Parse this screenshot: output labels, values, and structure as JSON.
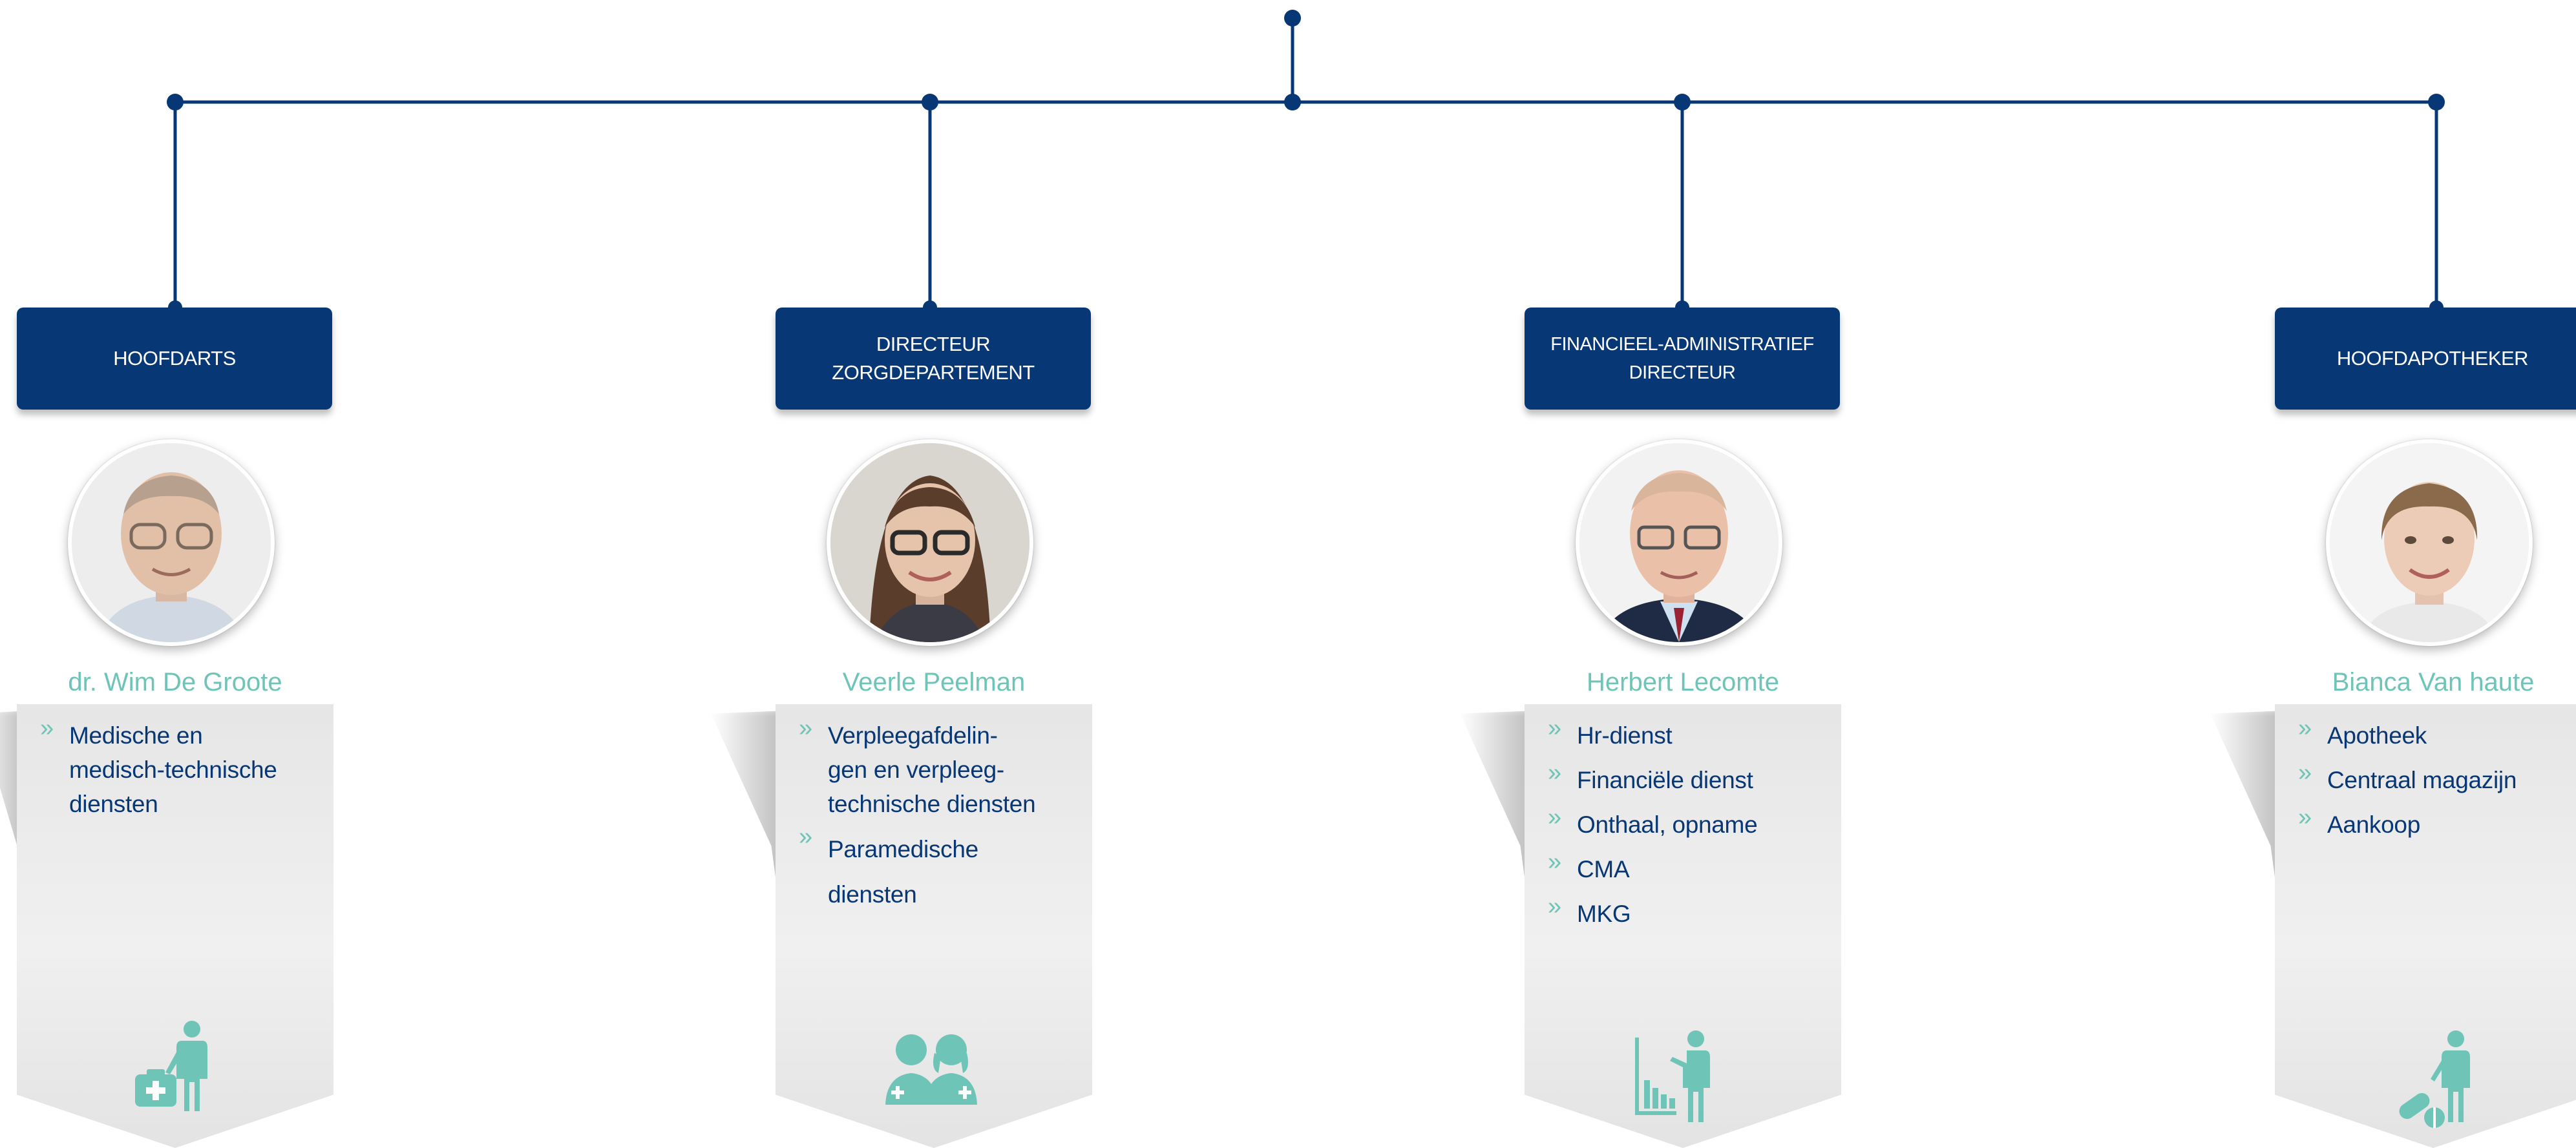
{
  "colors": {
    "navy": "#073775",
    "teal": "#6ec4b6",
    "card": "#ededed"
  },
  "departments": [
    {
      "title": "HOOFDARTS",
      "name": "dr. Wim De Groote",
      "services": [
        "Medische en\nmedisch-technische\ndiensten"
      ],
      "icon": "doctor-with-medical-case-icon"
    },
    {
      "title": "DIRECTEUR\nZORGDEPARTEMENT",
      "name": "Veerle Peelman",
      "services": [
        "Verpleegafdelin-\ngen en verpleeg-\ntechnische diensten",
        "Paramedische\ndiensten"
      ],
      "icon": "nurses-icon"
    },
    {
      "title": "FINANCIEEL-ADMINISTRATIEF\nDIRECTEUR",
      "name": "Herbert Lecomte",
      "services": [
        "Hr-dienst",
        "Financiële dienst",
        "Onthaal, opname",
        "CMA",
        "MKG"
      ],
      "icon": "presenter-with-chart-icon"
    },
    {
      "title": "HOOFDAPOTHEKER",
      "name": "Bianca Van haute",
      "services": [
        "Apotheek",
        "Centraal magazijn",
        "Aankoop"
      ],
      "icon": "pharmacist-with-pills-icon"
    }
  ]
}
